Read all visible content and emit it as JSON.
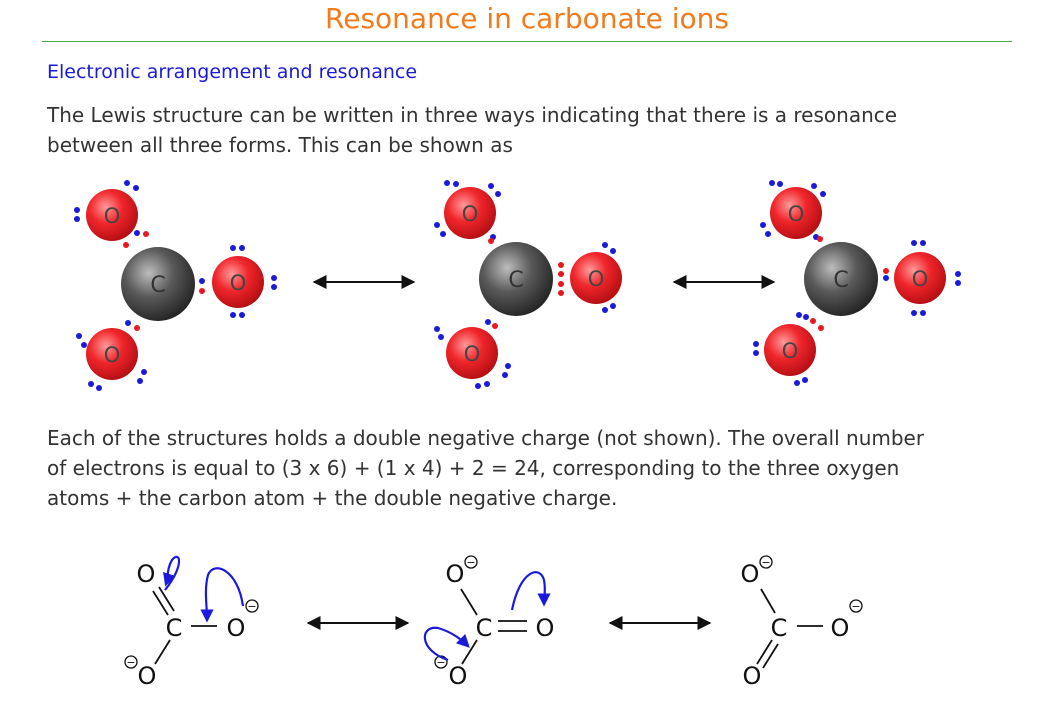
{
  "page": {
    "title": "Resonance in carbonate ions",
    "subtitle": "Electronic arrangement and resonance",
    "paragraph1": [
      "The Lewis structure can be written in three ways indicating that there is a resonance",
      "between all three forms. This can be shown as"
    ],
    "paragraph2": [
      "Each of the structures holds a double negative charge (not shown). The overall number",
      "of electrons is equal to (3 x 6) + (1 x 4) + 2 = 24, corresponding to the three oxygen",
      "atoms + the carbon atom + the double negative charge."
    ]
  },
  "atoms": {
    "carbon": "C",
    "oxygen": "O",
    "negative_charge": "−"
  },
  "colors": {
    "title": "#f27b1d",
    "rule": "#4aa84a",
    "subtitle": "#1a1adb",
    "oxygen": "#e8181f",
    "carbon": "#4a4a4a",
    "lone_pair_electron": "#1a1adb",
    "bonding_electron": "#e8181f",
    "curly_arrow": "#1a1adb"
  }
}
